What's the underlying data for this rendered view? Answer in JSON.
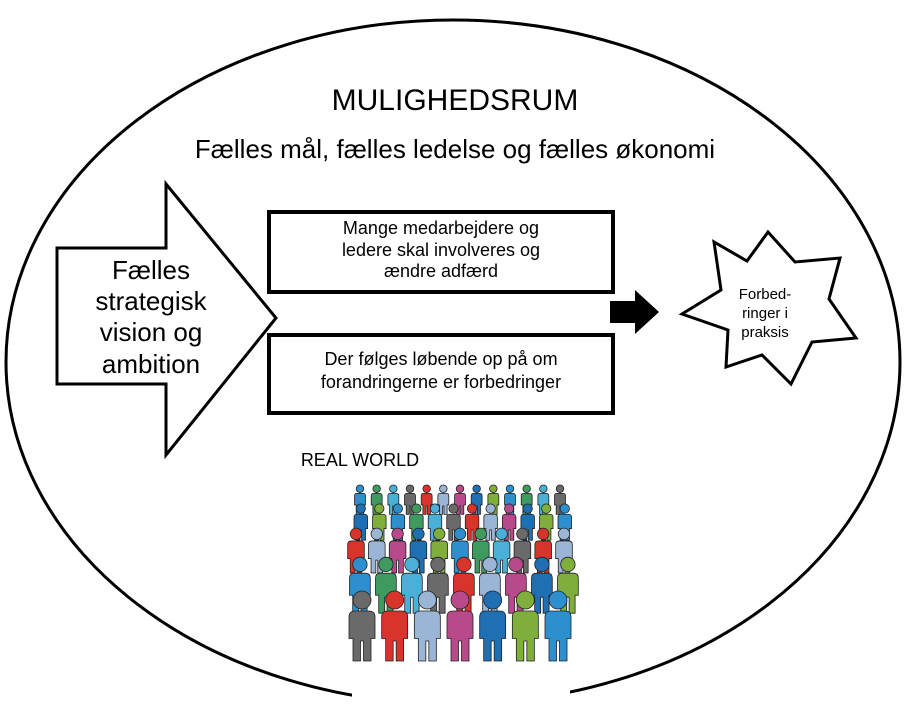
{
  "title": "MULIGHEDSRUM",
  "subtitle": "Fælles mål, fælles ledelse og fælles økonomi",
  "arrow_lines": [
    "Fælles",
    "strategisk",
    "vision og",
    "ambition"
  ],
  "box_top_lines": [
    "Mange medarbejdere og",
    "ledere skal involveres og",
    "ændre adfærd"
  ],
  "box_bottom_lines": [
    "Der følges løbende op på om",
    "forandringerne er forbedringer"
  ],
  "star_lines": [
    "Forbed-",
    "ringer i",
    "praksis"
  ],
  "real_world_label": "REAL WORLD",
  "crowd_icon": "crowd-of-people-icon",
  "right_arrow_icon": "right-arrow-icon",
  "crowd_colors": [
    "#2e8fcf",
    "#d9342b",
    "#7fae3c",
    "#6a6a6a",
    "#1f6fb3",
    "#4bb0d8",
    "#b84a8c",
    "#3e9a5e",
    "#9bb5d6"
  ]
}
